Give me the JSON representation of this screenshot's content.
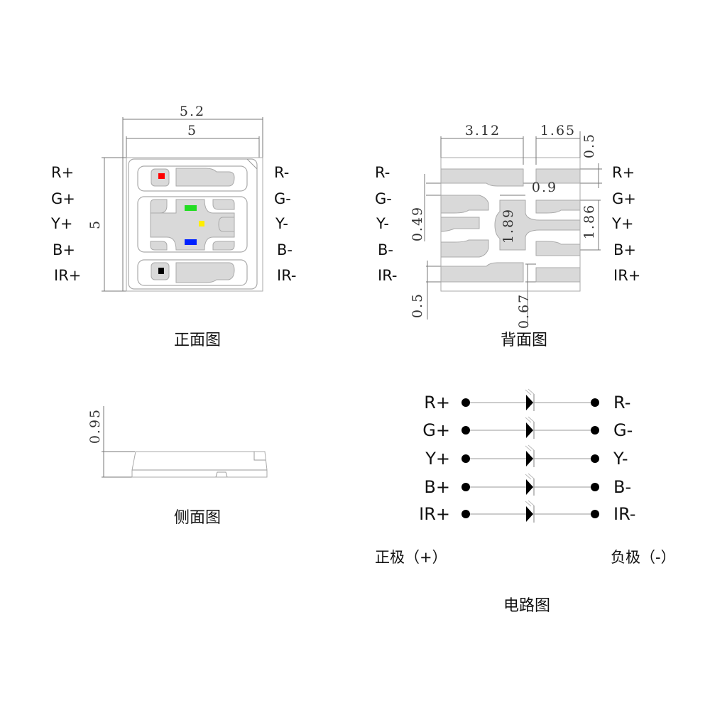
{
  "front_view": {
    "title": "正面图",
    "dim_width_outer": "5.2",
    "dim_width_inner": "5",
    "dim_height": "5",
    "left_labels": [
      "R+",
      "G+",
      "Y+",
      "B+",
      "IR+"
    ],
    "right_labels": [
      "R-",
      "G-",
      "Y-",
      "B-",
      "IR-"
    ],
    "chip_colors": {
      "red": "#ff0000",
      "green": "#22dd22",
      "yellow": "#ffee00",
      "blue": "#0022ff",
      "ir": "#000000"
    }
  },
  "back_view": {
    "title": "背面图",
    "left_labels": [
      "R-",
      "G-",
      "Y-",
      "B-",
      "IR-"
    ],
    "right_labels": [
      "R+",
      "G+",
      "Y+",
      "B+",
      "IR+"
    ],
    "dims": {
      "d312": "3.12",
      "d165": "1.65",
      "d05_top": "0.5",
      "d09": "0.9",
      "d049": "0.49",
      "d189": "1.89",
      "d186": "1.86",
      "d05_bottom": "0.5",
      "d067": "0.67"
    }
  },
  "side_view": {
    "title": "侧面图",
    "dim_height": "0.95"
  },
  "circuit": {
    "title": "电路图",
    "anode_labels": [
      "R+",
      "G+",
      "Y+",
      "B+",
      "IR+"
    ],
    "cathode_labels": [
      "R-",
      "G-",
      "Y-",
      "B-",
      "IR-"
    ],
    "positive_label": "正极（+）",
    "negative_label": "负极（-）"
  }
}
